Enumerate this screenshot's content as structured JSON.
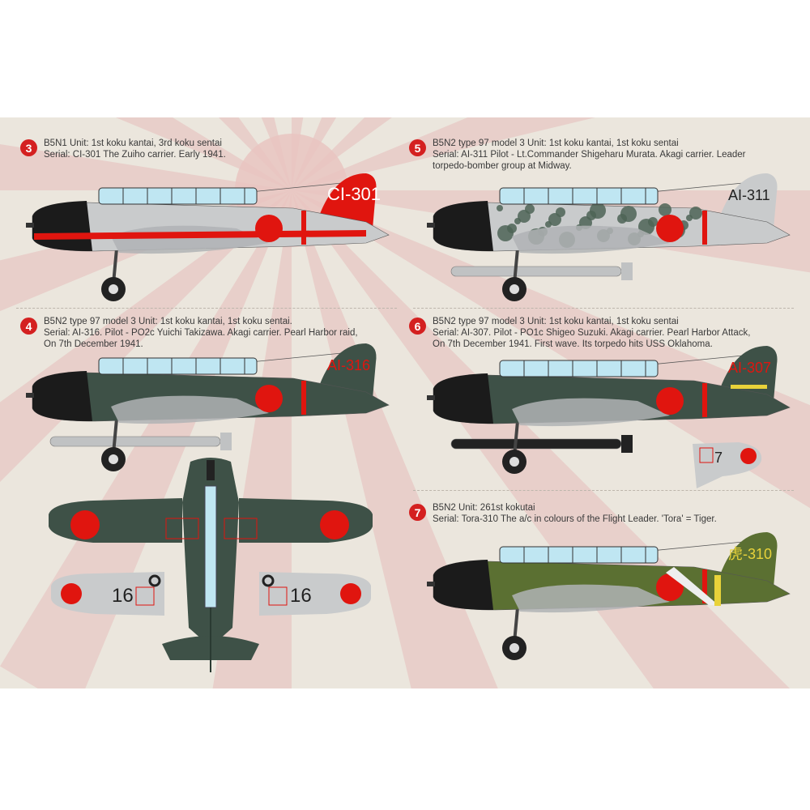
{
  "colors": {
    "hinomaru": "#e0150f",
    "background": "#ebe6dd",
    "badge": "#d42020",
    "dark_green": "#3e5147",
    "olive": "#5b7032",
    "silver": "#c9cbcc",
    "red_tail": "#e0150f"
  },
  "profiles": [
    {
      "number": "3",
      "line1": "B5N1 Unit: 1st koku kantai, 3rd koku sentai",
      "line2": "Serial: CI-301 The Zuiho carrier. Early 1941.",
      "line3": "",
      "marking": "CI-301"
    },
    {
      "number": "5",
      "line1": "B5N2 type 97 model 3  Unit: 1st koku kantai, 1st koku sentai",
      "line2": "Serial: AI-311  Pilot - Lt.Commander Shigeharu Murata. Akagi carrier. Leader",
      "line3": "torpedo-bomber group at Midway.",
      "marking": "AI-311"
    },
    {
      "number": "4",
      "line1": "B5N2 type 97 model 3 Unit: 1st koku kantai, 1st koku sentai.",
      "line2": "Serial: AI-316. Pilot - PO2c Yuichi Takizawa. Akagi carrier. Pearl Harbor raid,",
      "line3": "On 7th December 1941.",
      "marking": "AI-316",
      "wing_marking": "16"
    },
    {
      "number": "6",
      "line1": "B5N2 type 97 model 3  Unit: 1st koku kantai, 1st koku sentai",
      "line2": "Serial: AI-307. Pilot - PO1c Shigeo Suzuki. Akagi carrier. Pearl Harbor Attack,",
      "line3": "On 7th December 1941. First wave. Its torpedo hits USS Oklahoma.",
      "marking": "AI-307",
      "tail_marking": "7"
    },
    {
      "number": "7",
      "line1": "B5N2  Unit: 261st kokutai",
      "line2": "Serial: Tora-310 The a/c in colours of the Flight Leader. 'Tora' = Tiger.",
      "line3": "",
      "marking": "虎-310"
    }
  ]
}
